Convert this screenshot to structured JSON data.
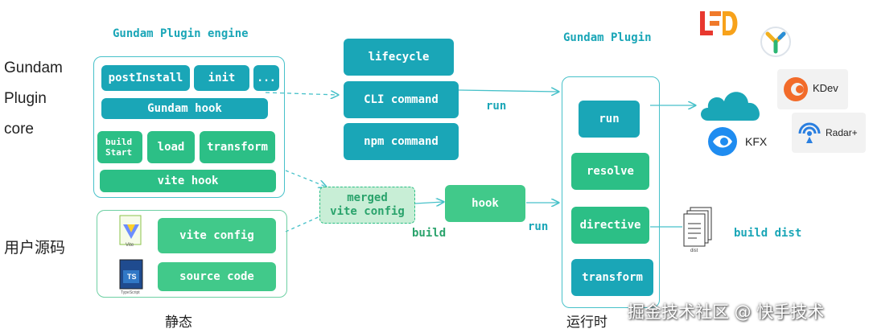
{
  "engine": {
    "title": "Gundam Plugin engine",
    "post_install": "postInstall",
    "init": "init",
    "more": "...",
    "gundam_hook": "Gundam hook",
    "build_start_1": "build",
    "build_start_2": "Start",
    "load": "load",
    "transform": "transform",
    "vite_hook": "vite hook"
  },
  "side": {
    "core_1": "Gundam",
    "core_2": "Plugin",
    "core_3": "core",
    "user_source": "用户源码",
    "static": "静态",
    "runtime": "运行时"
  },
  "user": {
    "vite_config": "vite config",
    "source_code": "source code",
    "vite_logo": "Vite",
    "ts_logo_badge": "TS",
    "ts_logo_label": "TypeScript"
  },
  "commands": {
    "lifecycle": "lifecycle",
    "cli": "CLI command",
    "npm": "npm command"
  },
  "middle": {
    "merged_1": "merged",
    "merged_2": "vite config",
    "build": "build",
    "hook": "hook",
    "run_top": "run",
    "run_bottom": "run"
  },
  "plugin": {
    "title": "Gundam Plugin",
    "run": "run",
    "resolve": "resolve",
    "directive": "directive",
    "transform": "transform"
  },
  "right": {
    "build_dist": "build dist",
    "dist_label": "dist",
    "kdev": "KDev",
    "kfx": "KFX",
    "radar": "Radar+"
  },
  "watermark": "掘金技术社区 @ 快手技术",
  "colors": {
    "teal": "#1aa6b7",
    "green": "#2cbf86",
    "group_border": "#47c1c9"
  }
}
